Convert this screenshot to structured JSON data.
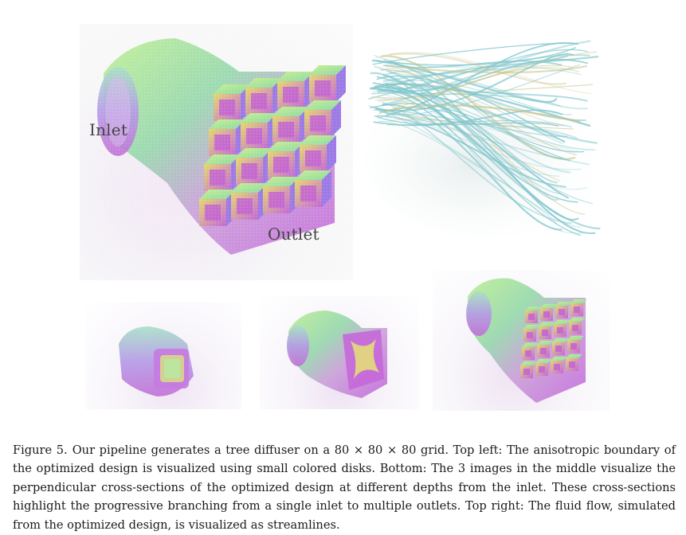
{
  "figure": {
    "labels": {
      "inlet": "Inlet",
      "outlet": "Outlet"
    },
    "colors": {
      "voxel_green": "#a8e884",
      "voxel_magenta": "#c56ad8",
      "voxel_violet": "#9a7ae6",
      "voxel_yellow": "#e8e06a",
      "stream_teal": "#7fc6cc",
      "stream_olive": "#c9c48a"
    }
  },
  "caption": {
    "number": "Figure 5.",
    "text": "Our pipeline generates a tree diffuser on a 80 × 80 × 80 grid. Top left: The anisotropic boundary of the optimized design is visualized using small colored disks. Bottom: The 3 images in the middle visualize the perpendicular cross-sections of the optimized design at different depths from the inlet. These cross-sections highlight the progressive branching from a single inlet to multiple outlets. Top right: The fluid flow, simulated from the optimized design, is visualized as streamlines."
  }
}
